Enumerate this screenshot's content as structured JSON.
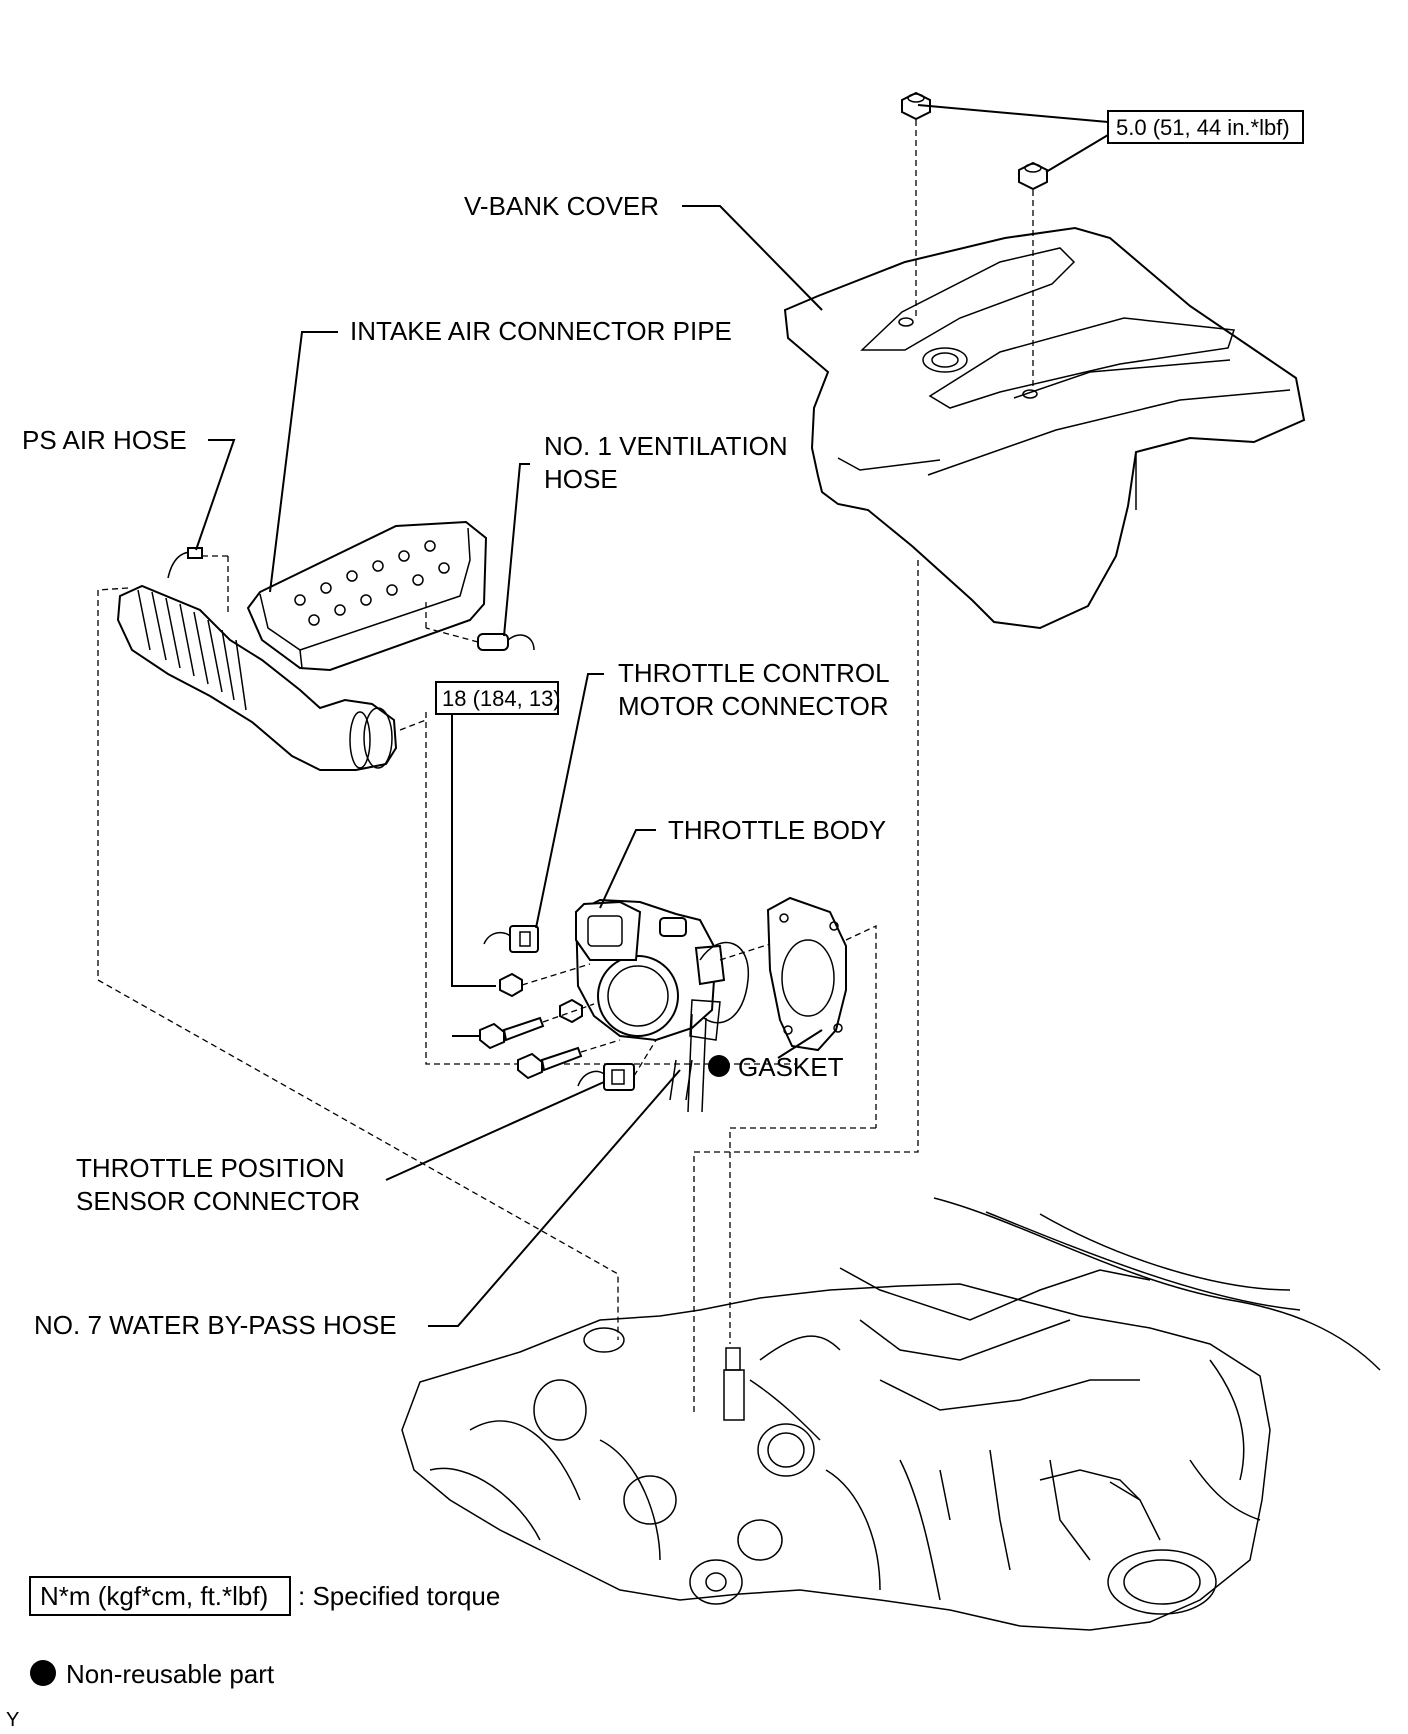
{
  "labels": {
    "v_bank_cover": "V-BANK COVER",
    "intake_air_connector_pipe": "INTAKE AIR CONNECTOR PIPE",
    "ps_air_hose": "PS AIR HOSE",
    "no1_ventilation_hose_line1": "NO. 1 VENTILATION",
    "no1_ventilation_hose_line2": "HOSE",
    "throttle_control_motor_connector_line1": "THROTTLE CONTROL",
    "throttle_control_motor_connector_line2": "MOTOR CONNECTOR",
    "throttle_body": "THROTTLE BODY",
    "gasket": "GASKET",
    "throttle_position_sensor_connector_line1": "THROTTLE POSITION",
    "throttle_position_sensor_connector_line2": "SENSOR CONNECTOR",
    "no7_water_bypass_hose": "NO. 7 WATER BY-PASS HOSE"
  },
  "torques": {
    "v_bank_cover_nut": "5.0 (51, 44 in.*lbf)",
    "throttle_body_bolt": "18 (184, 13)"
  },
  "legend": {
    "torque_box": "N*m (kgf*cm, ft.*lbf)",
    "torque_desc": ": Specified torque",
    "non_reusable_desc": "Non-reusable part"
  },
  "corner_mark": "Y"
}
